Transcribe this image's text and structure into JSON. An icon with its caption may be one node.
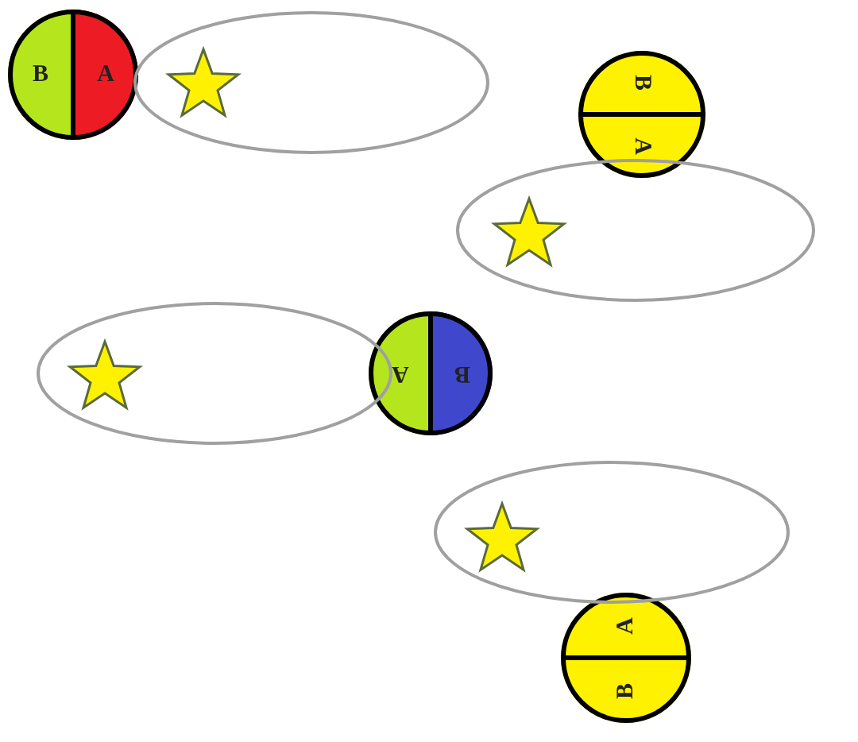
{
  "diagram": {
    "nodes": [
      {
        "text": [],
        "shape": "circle"
      },
      {
        "text": [
          "B"
        ],
        "in": 0
      },
      {
        "text": [
          "A"
        ],
        "in": 0
      },
      {
        "text": [],
        "shape": "ellipse"
      },
      {
        "text": [],
        "shape": "circle"
      },
      {
        "text": [
          "B"
        ],
        "in": 4
      },
      {
        "text": [
          "A"
        ],
        "in": 4
      },
      {
        "text": [],
        "shape": "ellipse"
      },
      {
        "text": [],
        "shape": "ellipse"
      },
      {
        "text": [],
        "shape": "circle"
      },
      {
        "text": [
          "A"
        ],
        "in": 9
      },
      {
        "text": [
          "B"
        ],
        "in": 9
      },
      {
        "text": [],
        "shape": "ellipse"
      },
      {
        "text": [],
        "shape": "circle"
      },
      {
        "text": [
          "A"
        ],
        "in": 13
      },
      {
        "text": [
          "B"
        ],
        "in": 13
      }
    ]
  }
}
